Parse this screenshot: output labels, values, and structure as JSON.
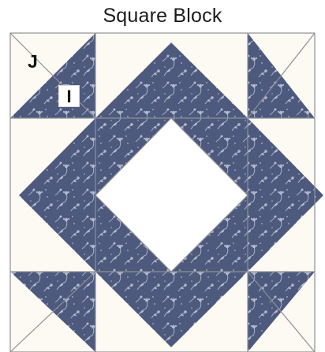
{
  "title": "Square Block",
  "labels": {
    "j": "J",
    "i": "I"
  },
  "colors": {
    "background_fabric": "#fcfaf3",
    "print_fabric": "#4d5a7e",
    "print_motif": "#c9cede",
    "seam": "#8f9096"
  }
}
